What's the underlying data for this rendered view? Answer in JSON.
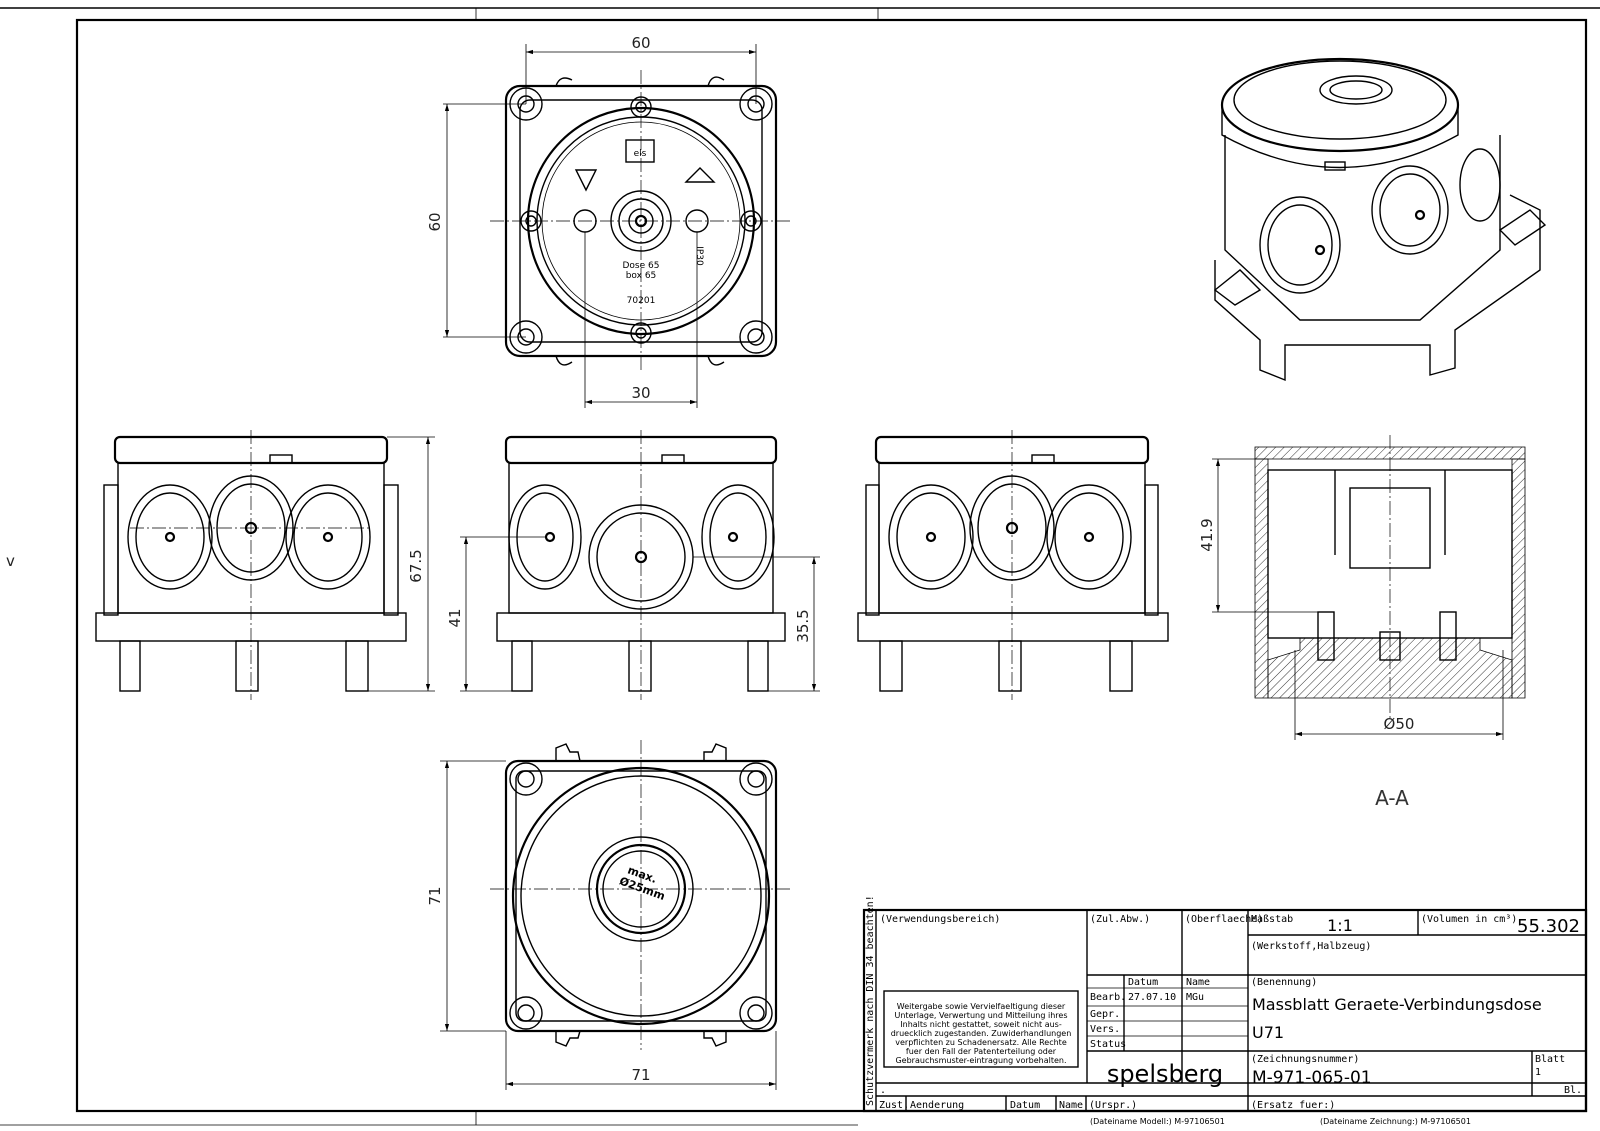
{
  "dimensions": {
    "top_width": "60",
    "top_height": "60",
    "top_hole": "30",
    "side_height": "67.5",
    "side_knockout": "41",
    "side_knockout2": "35.5",
    "section_height": "41.9",
    "section_dia": "Ø50",
    "bottom_height": "71",
    "bottom_width": "71"
  },
  "section_label": "A-A",
  "marks": {
    "brand_small": "els",
    "ip": "IP30",
    "part": "70201",
    "dose1": "Dose 65",
    "dose2": "box 65",
    "max_line1": "max.",
    "max_line2": "Ø25mm"
  },
  "side_margin_text": "Schutzvermerk nach DIN 34 beachten!",
  "side_left_mark": "v",
  "title_block": {
    "verwendungsbereich": "(Verwendungsbereich)",
    "zul_abw": "(Zul.Abw.)",
    "oberflaeche": "(Oberflaeche)",
    "massstab_label": "Maßstab",
    "massstab": "1:1",
    "volumen_label": "(Volumen in cm³)",
    "volumen": "55.302",
    "werkstoff": "(Werkstoff,Halbzeug)",
    "datum_label": "Datum",
    "name_label": "Name",
    "benennung_label": "(Benennung)",
    "bearb": "Bearb.",
    "bearb_date": "27.07.10",
    "bearb_name": "MGu",
    "gepr": "Gepr.",
    "vers": "Vers.",
    "status": "Status",
    "title": "Massblatt Geraete-Verbindungsdose",
    "subtitle": "U71",
    "zeichnungsnummer_label": "(Zeichnungsnummer)",
    "zeichnungsnummer": "M-971-065-01",
    "blatt_label": "Blatt",
    "blatt": "1",
    "bl_label": "Bl.",
    "company": "spelsberg",
    "notice": [
      "Weitergabe sowie Vervielfaeltigung dieser",
      "Unterlage, Verwertung und Mitteilung ihres",
      "Inhalts nicht gestattet, soweit nicht aus-",
      "druecklich zugestanden. Zuwiderhandlungen",
      "verpflichten zu Schadenersatz. Alle Rechte",
      "fuer den Fall der Patenterteilung oder",
      "Gebrauchsmuster-eintragung vorbehalten."
    ],
    "dot": ".",
    "zust": "Zust.",
    "aenderung": "Aenderung",
    "datum2": "Datum",
    "name2": "Name",
    "urspr": "(Urspr.)",
    "ersatz": "(Ersatz fuer:)",
    "datei_modell": "(Dateiname Modell:) M-97106501",
    "datei_zeichnung": "(Dateiname Zeichnung:) M-97106501"
  }
}
